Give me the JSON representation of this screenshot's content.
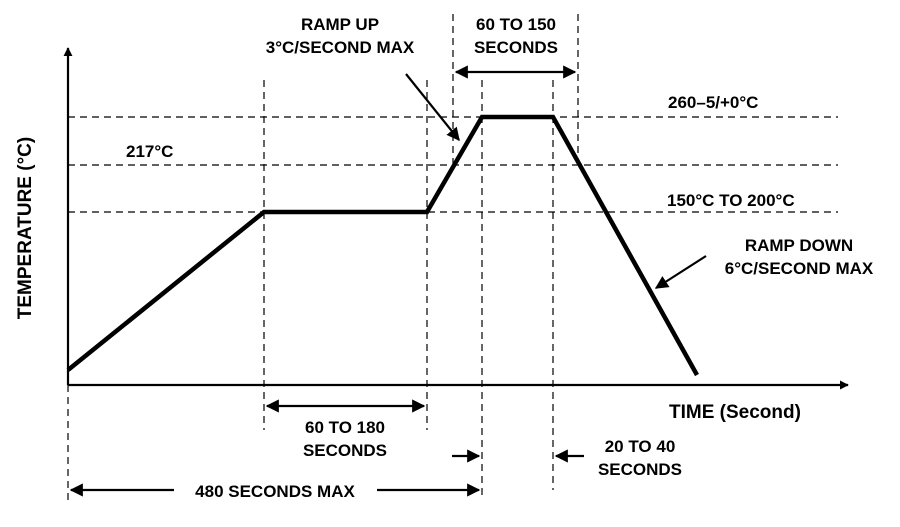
{
  "diagram": {
    "y_axis_label": "TEMPERATURE (°C)",
    "x_axis_label": "TIME (Second)",
    "levels": {
      "peak": "260–5/+0°C",
      "liquidus": "217°C",
      "soak": "150°C TO 200°C"
    },
    "annotations": {
      "ramp_up": [
        "RAMP UP",
        "3°C/SECOND MAX"
      ],
      "ramp_down": [
        "RAMP DOWN",
        "6°C/SECOND MAX"
      ],
      "peak_window": [
        "60 TO 150",
        "SECONDS"
      ],
      "soak_window": [
        "60 TO 180",
        "SECONDS"
      ],
      "peak_hold": [
        "20 TO 40",
        "SECONDS"
      ],
      "total": "480 SECONDS MAX"
    }
  }
}
